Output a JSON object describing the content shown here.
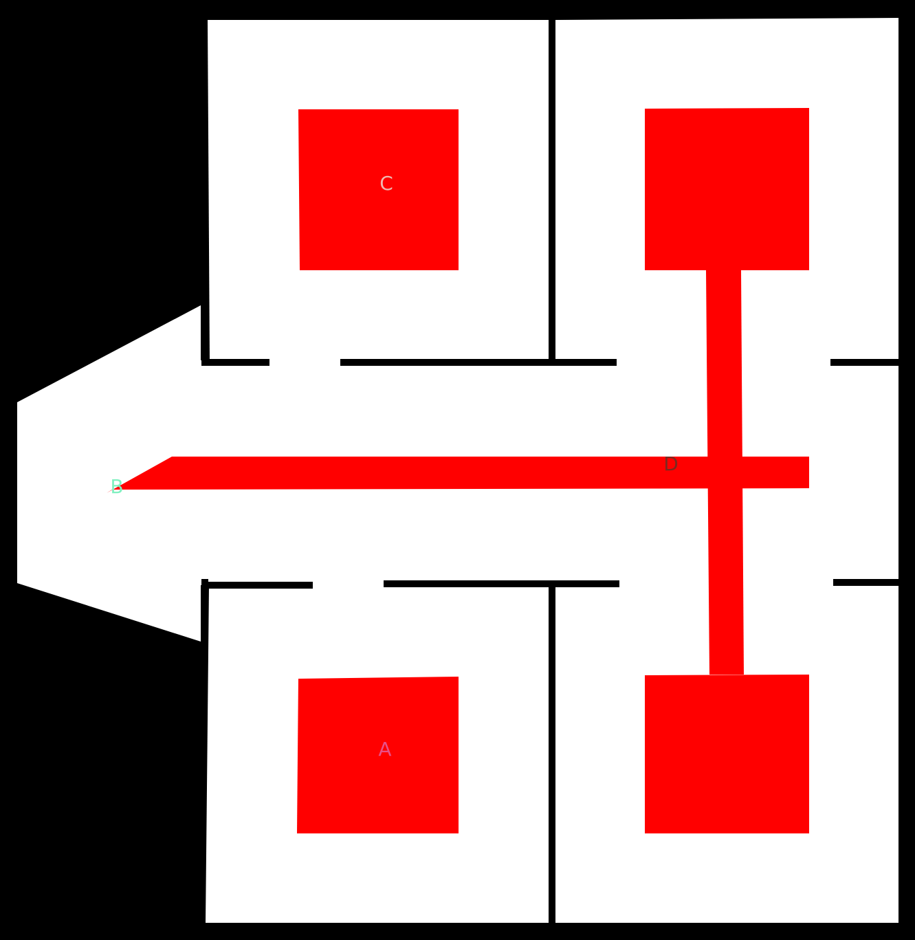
{
  "colors": {
    "background": "#000000",
    "floor": "#ffffff",
    "wall": "#000000",
    "highlight": "#ff0000"
  },
  "labels": {
    "a": {
      "text": "A",
      "color": "#e8508a"
    },
    "b": {
      "text": "B",
      "color": "#80f0c0"
    },
    "c": {
      "text": "C",
      "color": "#f0b8b0"
    },
    "d": {
      "text": "D",
      "color": "#7a2a20"
    }
  }
}
